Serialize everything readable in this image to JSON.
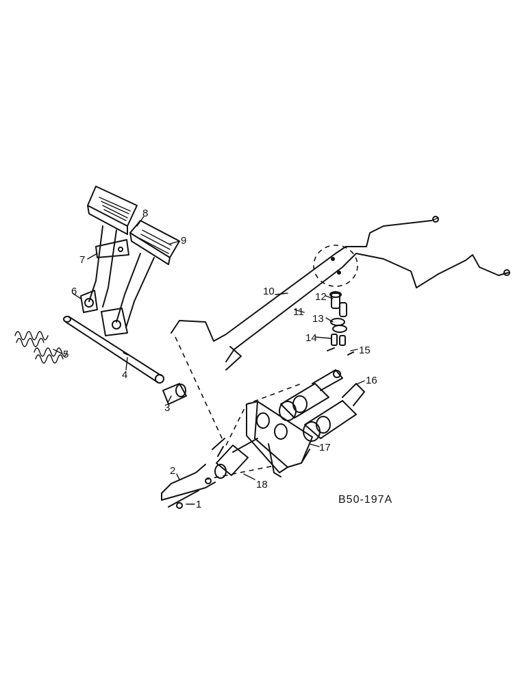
{
  "diagram": {
    "reference_code": "B50-197A",
    "callouts": [
      "1",
      "2",
      "3",
      "4",
      "5",
      "6",
      "7",
      "8",
      "9",
      "10",
      "11",
      "12",
      "13",
      "14",
      "15",
      "16",
      "17",
      "18"
    ]
  }
}
